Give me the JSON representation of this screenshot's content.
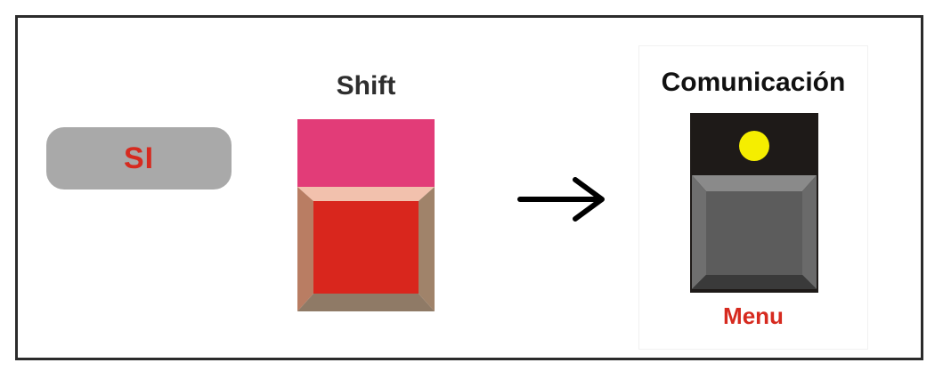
{
  "si_button": {
    "label": "SI"
  },
  "shift": {
    "title": "Shift"
  },
  "comunicacion": {
    "title": "Comunicación",
    "sub_label": "Menu"
  },
  "colors": {
    "si_text": "#d62a1f",
    "si_pill": "#a9a9a9",
    "shift_top": "#e23c78",
    "shift_face": "#d9261d",
    "key_dark": "#1e1a18",
    "key_face": "#5c5c5c",
    "led": "#f5ee00",
    "menu_text": "#d62a1f"
  },
  "icons": {
    "arrow": "arrow-right-icon",
    "led": "led-indicator-icon"
  }
}
